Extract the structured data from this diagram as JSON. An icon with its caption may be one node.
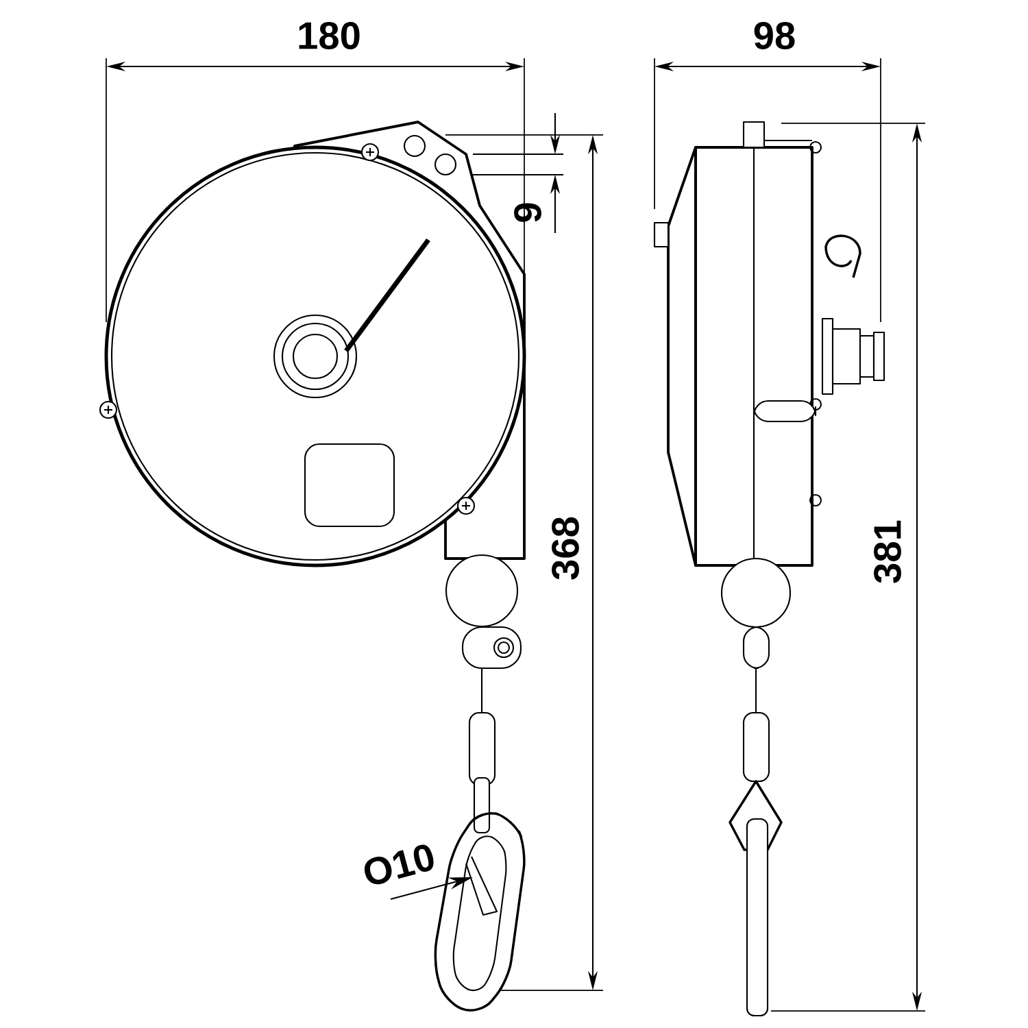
{
  "diagram": {
    "labels": [
      "180",
      "98",
      "9",
      "368",
      "381",
      "O10"
    ]
  }
}
